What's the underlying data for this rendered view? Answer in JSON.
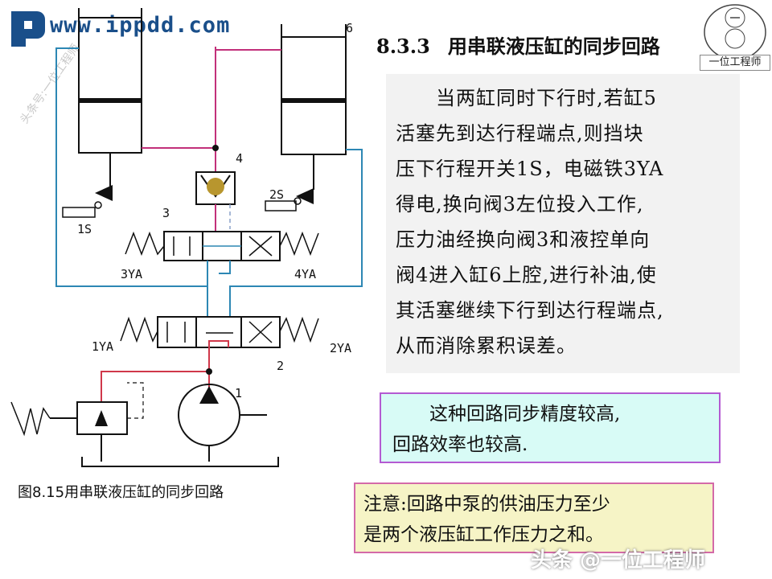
{
  "watermark": {
    "site": "www.ippdd.com",
    "vertical_text": "头条号:一位工程师",
    "corner_label": "一位工程师",
    "bottom_text": "头条 @一位工程师"
  },
  "heading": {
    "number": "8.3.3",
    "title": "用串联液压缸的同步回路"
  },
  "main_text": {
    "lines": [
      "　　当两缸同时下行时,若缸5",
      "活塞先到达行程端点,则挡块",
      "压下行程开关1S，电磁铁3YA",
      "得电,换向阀3左位投入工作,",
      "压力油经换向阀3和液控单向",
      "阀4进入缸6上腔,进行补油,使",
      "其活塞继续下行到达行程端点,",
      "从而消除累积误差。"
    ]
  },
  "box_precision": {
    "lines": [
      "这种回路同步精度较高,",
      "回路效率也较高."
    ]
  },
  "box_note": {
    "lines": [
      "注意:回路中泵的供油压力至少",
      "是两个液压缸工作压力之和。"
    ]
  },
  "caption": "图8.15用串联液压缸的同步回路",
  "diagram": {
    "labels": {
      "cyl6": "6",
      "valve4": "4",
      "valve3": "3",
      "valve2": "2",
      "pump1": "1",
      "switch1": "1S",
      "switch2": "2S",
      "sol3": "3YA",
      "sol4": "4YA",
      "sol1": "1YA",
      "sol2": "2YA"
    },
    "colors": {
      "pressure_line": "#d0384a",
      "cylinder_link": "#c2307a",
      "return_line": "#2d87b4",
      "drain_line": "#8aa0c8"
    }
  }
}
